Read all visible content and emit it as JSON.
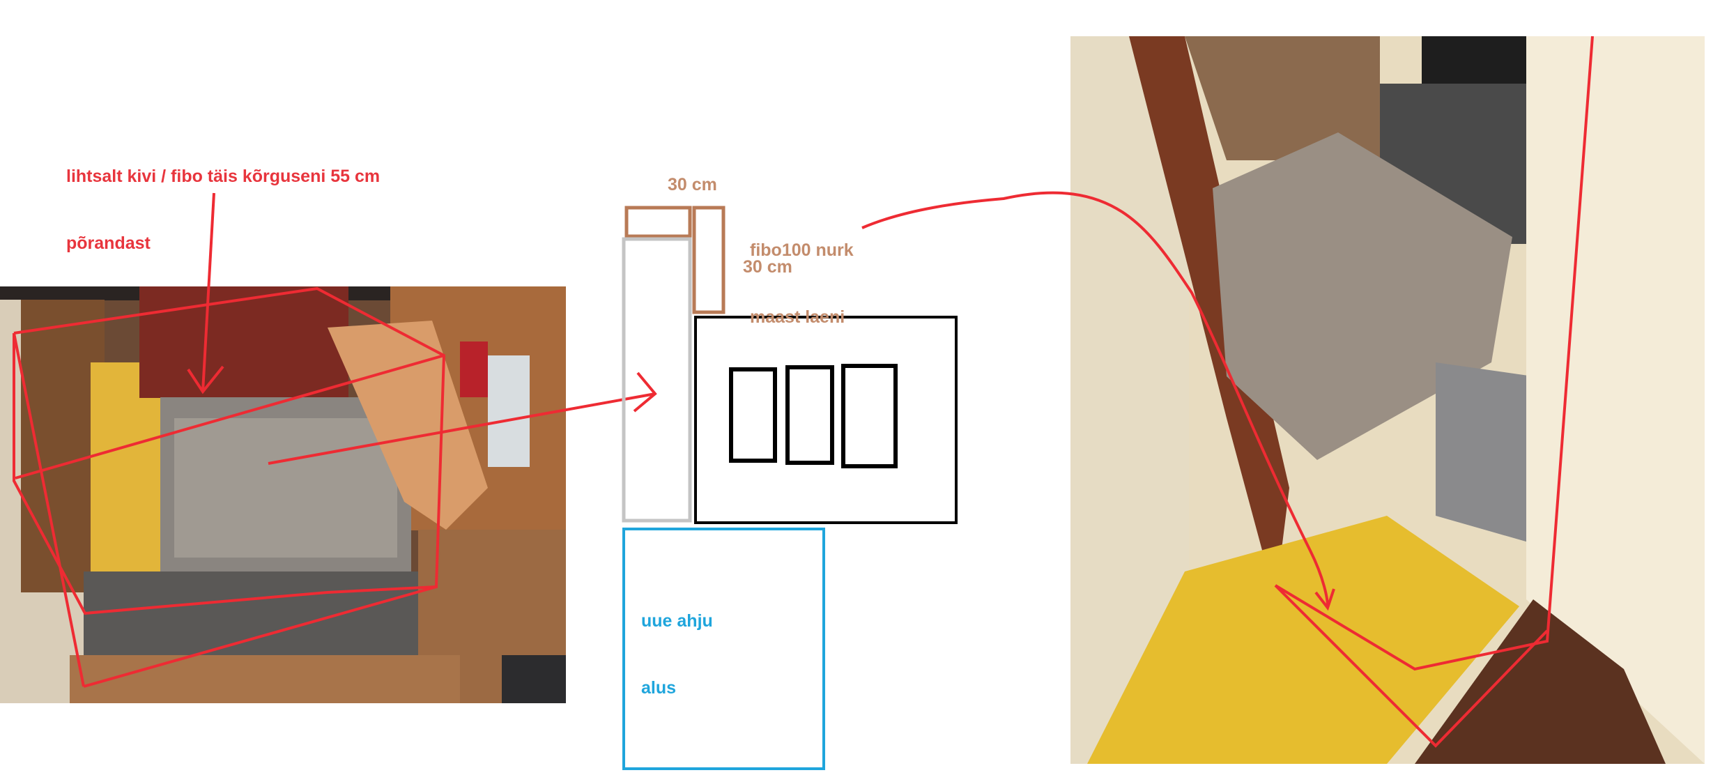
{
  "annotations": {
    "left_note_line1": "lihtsalt kivi / fibo täis kõrguseni 55 cm",
    "left_note_line2": "põrandast",
    "top_width": "30 cm",
    "corner_line1": "fibo100 nurk",
    "corner_line2": "maast laeni",
    "side_width": "30 cm",
    "base_line1": "uue ahju",
    "base_line2": "alus"
  },
  "colors": {
    "annotation_red": "#e8353d",
    "brown": "#b87a56",
    "blue": "#1fa5dc",
    "gray": "#c4c4c4"
  }
}
